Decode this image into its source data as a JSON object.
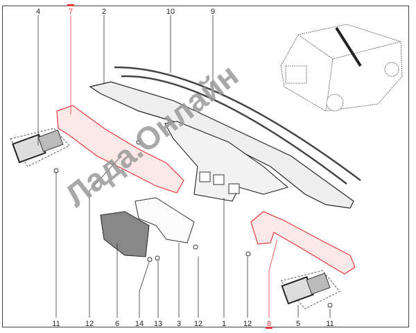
{
  "diagram": {
    "top_callouts": [
      "4",
      "7",
      "2",
      "10",
      "9"
    ],
    "bottom_callouts": [
      "11",
      "12",
      "6",
      "14",
      "13",
      "3",
      "12",
      "1",
      "12",
      "8",
      "5",
      "11"
    ],
    "highlighted_parts": [
      "7",
      "8"
    ],
    "watermark": "Лада.Онлайн",
    "colors": {
      "highlight": "#e8383d",
      "line": "#333333",
      "watermark": "#9a9a9a"
    }
  }
}
